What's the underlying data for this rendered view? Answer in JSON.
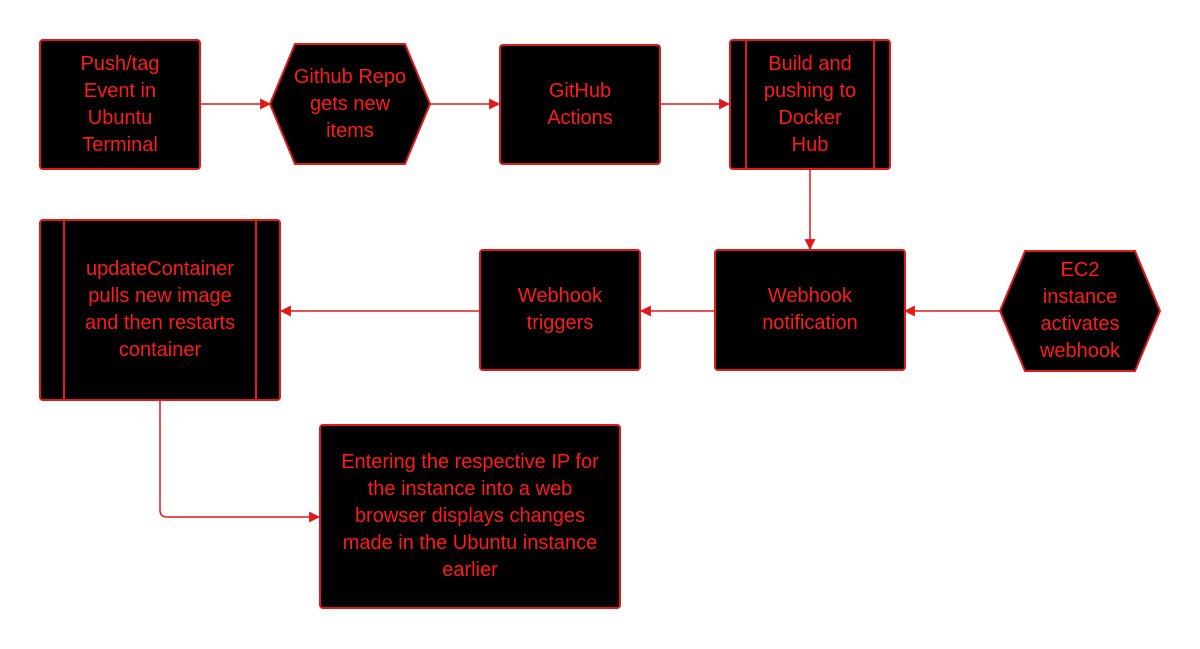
{
  "colors": {
    "node_fill": "#000000",
    "stroke": "#e0191a",
    "text": "#ff1a1a",
    "background": "#ffffff"
  },
  "nodes": {
    "push_event": {
      "shape": "rectangle",
      "label": "Push/tag Event in Ubuntu Terminal"
    },
    "github_repo": {
      "shape": "hexagon",
      "label": "Github Repo gets new items"
    },
    "github_actions": {
      "shape": "rectangle",
      "label": "GitHub Actions"
    },
    "build_push": {
      "shape": "predefined-process",
      "label": "Build and pushing to Docker Hub"
    },
    "ec2_instance": {
      "shape": "hexagon",
      "label": "EC2 instance activates webhook"
    },
    "webhook_notification": {
      "shape": "rectangle",
      "label": "Webhook notification"
    },
    "webhook_triggers": {
      "shape": "rectangle",
      "label": "Webhook triggers"
    },
    "update_container": {
      "shape": "predefined-process",
      "label": "updateContainer pulls new image and then restarts container"
    },
    "browser_display": {
      "shape": "rectangle",
      "label": "Entering the respective IP for the instance into a web browser displays changes made in the Ubuntu instance earlier"
    }
  },
  "edges": [
    {
      "from": "push_event",
      "to": "github_repo"
    },
    {
      "from": "github_repo",
      "to": "github_actions"
    },
    {
      "from": "github_actions",
      "to": "build_push"
    },
    {
      "from": "build_push",
      "to": "webhook_notification"
    },
    {
      "from": "ec2_instance",
      "to": "webhook_notification"
    },
    {
      "from": "webhook_notification",
      "to": "webhook_triggers"
    },
    {
      "from": "webhook_triggers",
      "to": "update_container"
    },
    {
      "from": "update_container",
      "to": "browser_display"
    }
  ]
}
